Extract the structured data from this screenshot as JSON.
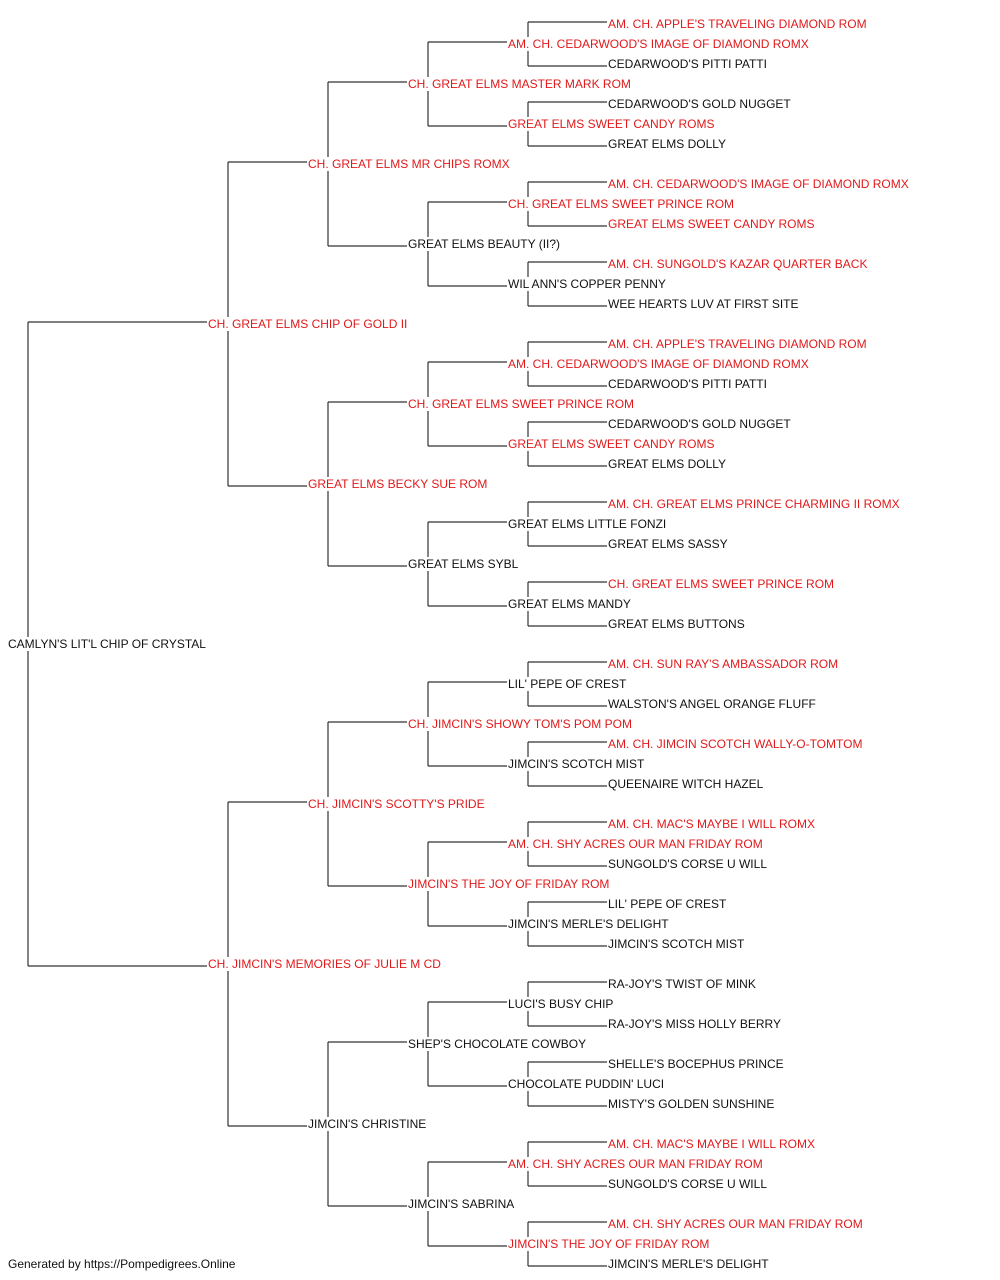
{
  "colors": {
    "champion": "#e0191b",
    "normal": "#111111",
    "line": "#333333"
  },
  "footer": "Generated by https://Pompedigrees.Online",
  "pedigree": {
    "name": "CAMLYN'S LIT'L CHIP OF CRYSTAL",
    "red": false,
    "sire": {
      "name": "CH. GREAT ELMS CHIP OF GOLD II",
      "red": true,
      "sire": {
        "name": "CH. GREAT ELMS MR CHIPS ROMX",
        "red": true,
        "sire": {
          "name": "CH. GREAT ELMS MASTER MARK ROM",
          "red": true,
          "sire": {
            "name": "AM. CH. CEDARWOOD'S IMAGE OF DIAMOND ROMX",
            "red": true,
            "sire": {
              "name": "AM. CH. APPLE'S TRAVELING DIAMOND ROM",
              "red": true
            },
            "dam": {
              "name": "CEDARWOOD'S PITTI PATTI",
              "red": false
            }
          },
          "dam": {
            "name": "GREAT ELMS SWEET CANDY ROMS",
            "red": true,
            "sire": {
              "name": "CEDARWOOD'S GOLD NUGGET",
              "red": false
            },
            "dam": {
              "name": "GREAT ELMS DOLLY",
              "red": false
            }
          }
        },
        "dam": {
          "name": "GREAT ELMS BEAUTY (II?)",
          "red": false,
          "sire": {
            "name": "CH. GREAT ELMS SWEET PRINCE ROM",
            "red": true,
            "sire": {
              "name": "AM. CH. CEDARWOOD'S IMAGE OF DIAMOND ROMX",
              "red": true
            },
            "dam": {
              "name": "GREAT ELMS SWEET CANDY ROMS",
              "red": true
            }
          },
          "dam": {
            "name": "WIL ANN'S COPPER PENNY",
            "red": false,
            "sire": {
              "name": "AM. CH. SUNGOLD'S KAZAR QUARTER BACK",
              "red": true
            },
            "dam": {
              "name": "WEE HEARTS LUV AT FIRST SITE",
              "red": false
            }
          }
        }
      },
      "dam": {
        "name": "GREAT ELMS BECKY SUE ROM",
        "red": true,
        "sire": {
          "name": "CH. GREAT ELMS SWEET PRINCE ROM",
          "red": true,
          "sire": {
            "name": "AM. CH. CEDARWOOD'S IMAGE OF DIAMOND ROMX",
            "red": true,
            "sire": {
              "name": "AM. CH. APPLE'S TRAVELING DIAMOND ROM",
              "red": true
            },
            "dam": {
              "name": "CEDARWOOD'S PITTI PATTI",
              "red": false
            }
          },
          "dam": {
            "name": "GREAT ELMS SWEET CANDY ROMS",
            "red": true,
            "sire": {
              "name": "CEDARWOOD'S GOLD NUGGET",
              "red": false
            },
            "dam": {
              "name": "GREAT ELMS DOLLY",
              "red": false
            }
          }
        },
        "dam": {
          "name": "GREAT ELMS SYBL",
          "red": false,
          "sire": {
            "name": "GREAT ELMS LITTLE FONZI",
            "red": false,
            "sire": {
              "name": "AM. CH. GREAT ELMS PRINCE CHARMING II ROMX",
              "red": true
            },
            "dam": {
              "name": "GREAT ELMS SASSY",
              "red": false
            }
          },
          "dam": {
            "name": "GREAT ELMS MANDY",
            "red": false,
            "sire": {
              "name": "CH. GREAT ELMS SWEET PRINCE ROM",
              "red": true
            },
            "dam": {
              "name": "GREAT ELMS BUTTONS",
              "red": false
            }
          }
        }
      }
    },
    "dam": {
      "name": "CH. JIMCIN'S MEMORIES OF JULIE M CD",
      "red": true,
      "sire": {
        "name": "CH. JIMCIN'S SCOTTY'S PRIDE",
        "red": true,
        "sire": {
          "name": "CH. JIMCIN'S SHOWY TOM'S POM POM",
          "red": true,
          "sire": {
            "name": "LIL' PEPE OF CREST",
            "red": false,
            "sire": {
              "name": "AM. CH. SUN RAY'S AMBASSADOR ROM",
              "red": true
            },
            "dam": {
              "name": "WALSTON'S ANGEL ORANGE FLUFF",
              "red": false
            }
          },
          "dam": {
            "name": "JIMCIN'S SCOTCH MIST",
            "red": false,
            "sire": {
              "name": "AM. CH. JIMCIN SCOTCH WALLY-O-TOMTOM",
              "red": true
            },
            "dam": {
              "name": "QUEENAIRE WITCH HAZEL",
              "red": false
            }
          }
        },
        "dam": {
          "name": "JIMCIN'S THE JOY OF FRIDAY ROM",
          "red": true,
          "sire": {
            "name": "AM. CH. SHY ACRES OUR MAN FRIDAY ROM",
            "red": true,
            "sire": {
              "name": "AM. CH. MAC'S MAYBE I WILL ROMX",
              "red": true
            },
            "dam": {
              "name": "SUNGOLD'S CORSE U WILL",
              "red": false
            }
          },
          "dam": {
            "name": "JIMCIN'S MERLE'S DELIGHT",
            "red": false,
            "sire": {
              "name": "LIL' PEPE OF CREST",
              "red": false
            },
            "dam": {
              "name": "JIMCIN'S SCOTCH MIST",
              "red": false
            }
          }
        }
      },
      "dam": {
        "name": "JIMCIN'S CHRISTINE",
        "red": false,
        "sire": {
          "name": "SHEP'S CHOCOLATE COWBOY",
          "red": false,
          "sire": {
            "name": "LUCI'S BUSY CHIP",
            "red": false,
            "sire": {
              "name": "RA-JOY'S TWIST OF MINK",
              "red": false
            },
            "dam": {
              "name": "RA-JOY'S MISS HOLLY BERRY",
              "red": false
            }
          },
          "dam": {
            "name": "CHOCOLATE PUDDIN' LUCI",
            "red": false,
            "sire": {
              "name": "SHELLE'S BOCEPHUS PRINCE",
              "red": false
            },
            "dam": {
              "name": "MISTY'S GOLDEN SUNSHINE",
              "red": false
            }
          }
        },
        "dam": {
          "name": "JIMCIN'S SABRINA",
          "red": false,
          "sire": {
            "name": "AM. CH. SHY ACRES OUR MAN FRIDAY ROM",
            "red": true,
            "sire": {
              "name": "AM. CH. MAC'S MAYBE I WILL ROMX",
              "red": true
            },
            "dam": {
              "name": "SUNGOLD'S CORSE U WILL",
              "red": false
            }
          },
          "dam": {
            "name": "JIMCIN'S THE JOY OF FRIDAY ROM",
            "red": true,
            "sire": {
              "name": "AM. CH. SHY ACRES OUR MAN FRIDAY ROM",
              "red": true
            },
            "dam": {
              "name": "JIMCIN'S MERLE'S DELIGHT",
              "red": false
            }
          }
        }
      }
    }
  }
}
